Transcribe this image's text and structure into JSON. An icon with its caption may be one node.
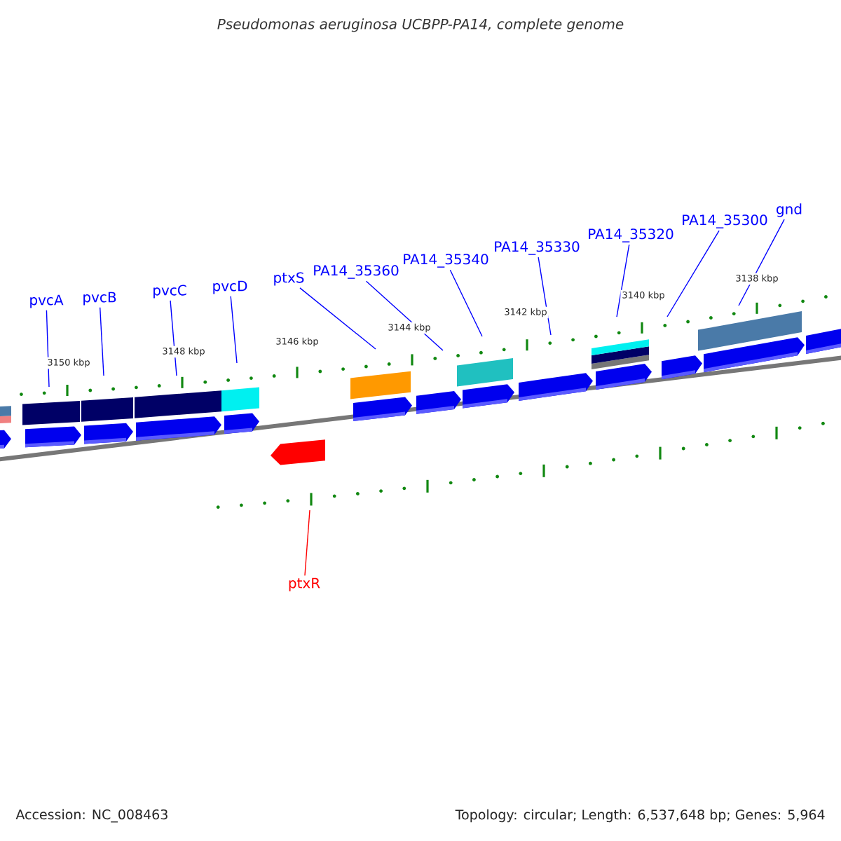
{
  "diagram": {
    "title": "Pseudomonas aeruginosa UCBPP-PA14, complete genome",
    "nodes": [
      {
        "text": [
          "pvcA"
        ]
      },
      {
        "text": [
          "pvcB"
        ]
      },
      {
        "text": [
          "pvcC"
        ]
      },
      {
        "text": [
          "pvcD"
        ]
      },
      {
        "text": [
          "ptxS"
        ]
      },
      {
        "text": [
          "PA14_35360"
        ]
      },
      {
        "text": [
          "PA14_35340"
        ]
      },
      {
        "text": [
          "PA14_35330"
        ]
      },
      {
        "text": [
          "PA14_35320"
        ]
      },
      {
        "text": [
          "PA14_35300"
        ]
      },
      {
        "text": [
          "gnd"
        ]
      },
      {
        "text": [
          "ptxR"
        ]
      }
    ],
    "edges": [
      {
        "from": 0,
        "to": null,
        "arrow": "none"
      },
      {
        "from": 1,
        "to": null,
        "arrow": "none"
      },
      {
        "from": 2,
        "to": null,
        "arrow": "none"
      },
      {
        "from": 3,
        "to": null,
        "arrow": "none"
      },
      {
        "from": 4,
        "to": null,
        "arrow": "none"
      },
      {
        "from": 5,
        "to": null,
        "arrow": "none"
      },
      {
        "from": 6,
        "to": null,
        "arrow": "none"
      },
      {
        "from": 7,
        "to": null,
        "arrow": "none"
      },
      {
        "from": 8,
        "to": null,
        "arrow": "none"
      },
      {
        "from": 9,
        "to": null,
        "arrow": "none"
      },
      {
        "from": 10,
        "to": null,
        "arrow": "none"
      },
      {
        "from": 11,
        "to": null,
        "arrow": "none",
        "color": "#ff0000"
      }
    ],
    "labels": [
      "3150 kbp",
      "3148 kbp",
      "3146 kbp",
      "3144 kbp",
      "3142 kbp",
      "3140 kbp",
      "3138 kbp",
      "Accession: NC_008463",
      "Topology: circular; Length: 6,537,648 bp; Genes: 5,964"
    ]
  }
}
